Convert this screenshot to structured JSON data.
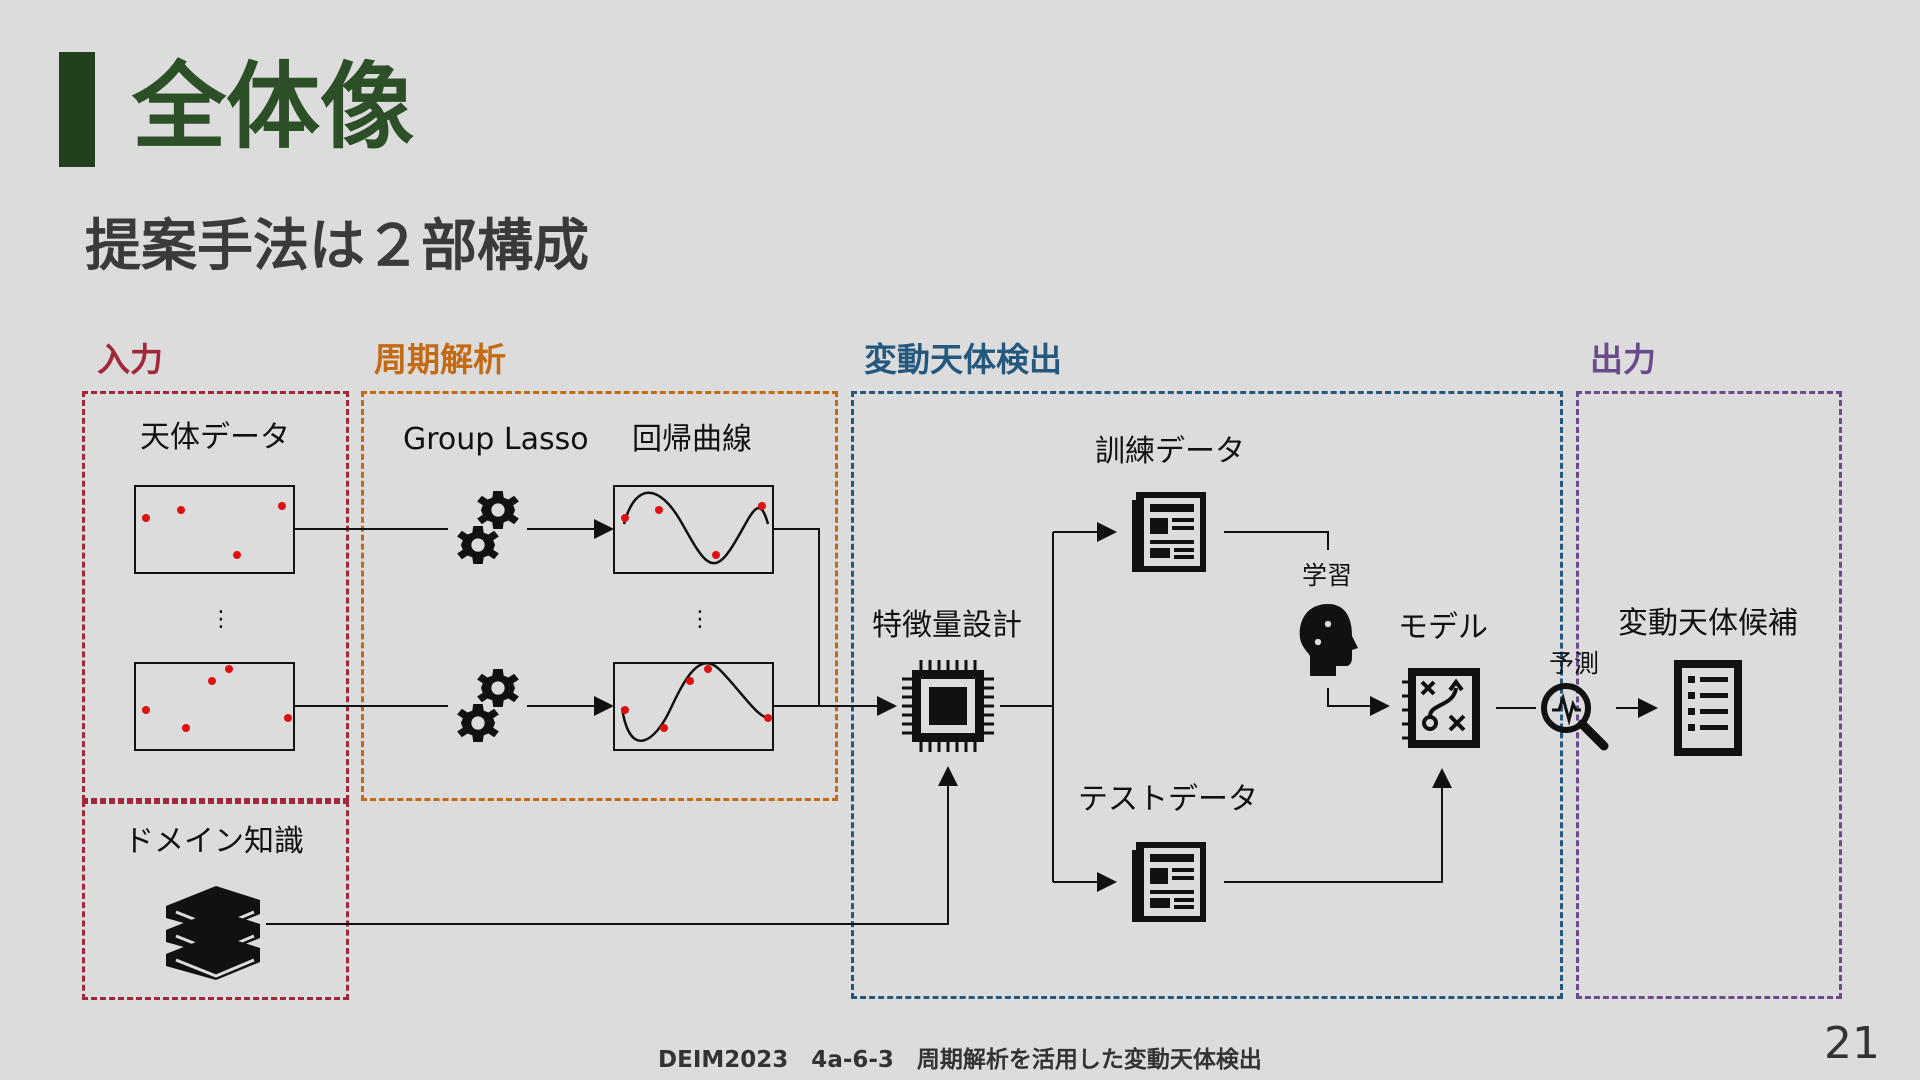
{
  "title": "全体像",
  "subtitle": "提案手法は２部構成",
  "sections": {
    "input": {
      "label": "入力",
      "color": "#a1283a"
    },
    "periodic": {
      "label": "周期解析",
      "color": "#c46a14"
    },
    "detect": {
      "label": "変動天体検出",
      "color": "#24587e"
    },
    "output": {
      "label": "出力",
      "color": "#6a4c8c"
    }
  },
  "labels": {
    "astro_data": "天体データ",
    "domain_knowledge": "ドメイン知識",
    "group_lasso": "Group Lasso",
    "regression_curve": "回帰曲線",
    "feature_design": "特徴量設計",
    "train_data": "訓練データ",
    "test_data": "テストデータ",
    "learning": "学習",
    "model": "モデル",
    "prediction": "予測",
    "candidates": "変動天体候補"
  },
  "ellipsis": "⋮",
  "icons": [
    "gear-icon",
    "newspaper-icon",
    "chip-icon",
    "head-gears-icon",
    "strategy-board-icon",
    "magnifier-pulse-icon",
    "checklist-icon",
    "books-icon"
  ],
  "footer": "DEIM2023　4a-6-3　周期解析を活用した変動天体検出",
  "page_number": "21"
}
